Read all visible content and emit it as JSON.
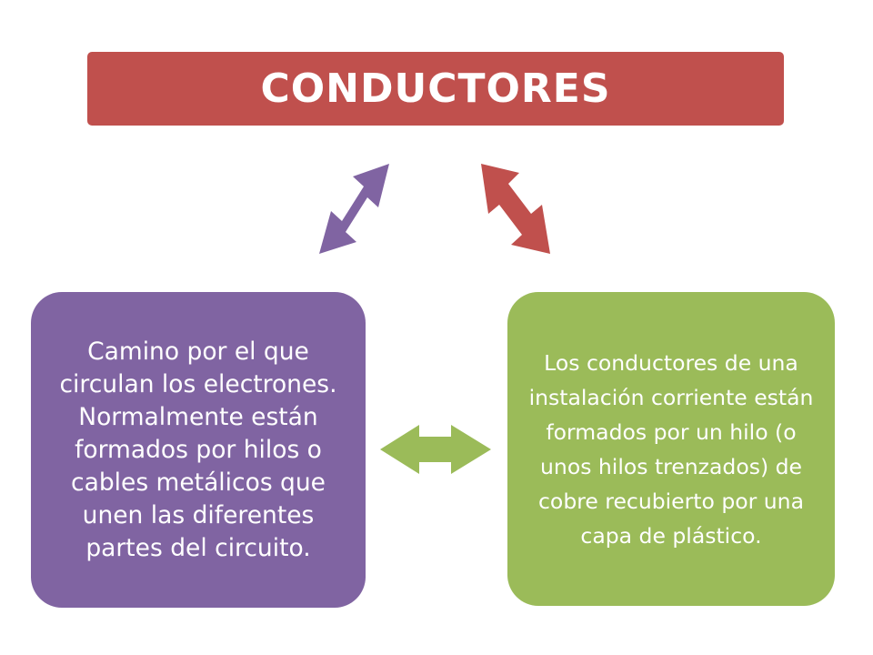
{
  "title": "CONDUCTORES",
  "left_box": {
    "text": "Camino por el que circulan los electrones. Normalmente están formados por hilos o cables metálicos que unen las diferentes partes del circuito."
  },
  "right_box": {
    "text": "Los conductores de una instalación corriente están formados por un hilo (o unos hilos trenzados) de cobre recubierto por una capa de plástico."
  },
  "colors": {
    "title_fill": "#c0504d",
    "left_fill": "#8064a2",
    "right_fill": "#9bbb59",
    "arrow_left": "#8064a2",
    "arrow_right": "#c0504d",
    "arrow_bottom": "#9bbb59"
  }
}
